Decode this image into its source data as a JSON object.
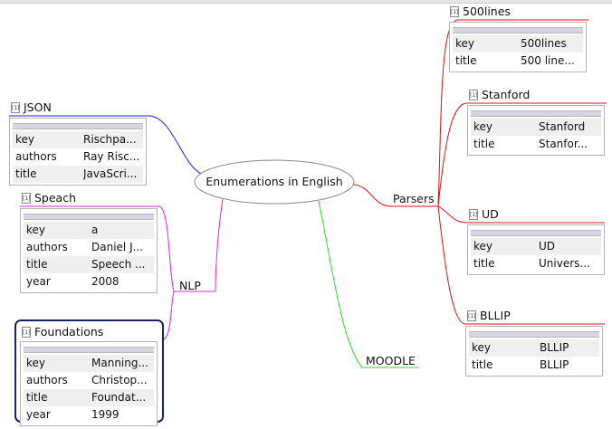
{
  "central": {
    "label": "Enumerations in English"
  },
  "branches": {
    "parsers": "Parsers",
    "nlp": "NLP",
    "moodle": "MOODLE"
  },
  "icon_text": "[1]",
  "records": {
    "json": {
      "title": "JSON",
      "rows": [
        {
          "key": "key",
          "value": "Rischpa..."
        },
        {
          "key": "authors",
          "value": "Ray Risc..."
        },
        {
          "key": "title",
          "value": "JavaScri..."
        }
      ]
    },
    "speach": {
      "title": "Speach",
      "rows": [
        {
          "key": "key",
          "value": "a"
        },
        {
          "key": "authors",
          "value": "Daniel J..."
        },
        {
          "key": "title",
          "value": "Speech ..."
        },
        {
          "key": "year",
          "value": "2008"
        }
      ]
    },
    "foundations": {
      "title": "Foundations",
      "rows": [
        {
          "key": "key",
          "value": "Manning..."
        },
        {
          "key": "authors",
          "value": "Christop..."
        },
        {
          "key": "title",
          "value": "Foundat..."
        },
        {
          "key": "year",
          "value": "1999"
        }
      ]
    },
    "lines500": {
      "title": "500lines",
      "rows": [
        {
          "key": "key",
          "value": "500lines"
        },
        {
          "key": "title",
          "value": "500 line..."
        }
      ]
    },
    "stanford": {
      "title": "Stanford",
      "rows": [
        {
          "key": "key",
          "value": "Stanford"
        },
        {
          "key": "title",
          "value": "Stanfor..."
        }
      ]
    },
    "ud": {
      "title": "UD",
      "rows": [
        {
          "key": "key",
          "value": "UD"
        },
        {
          "key": "title",
          "value": "Univers..."
        }
      ]
    },
    "bllip": {
      "title": "BLLIP",
      "rows": [
        {
          "key": "key",
          "value": "BLLIP"
        },
        {
          "key": "title",
          "value": "BLLIP"
        }
      ]
    }
  },
  "colors": {
    "json_edge": "#1a1aff",
    "nlp_edge": "#e020e0",
    "parsers_edge": "#e01010",
    "moodle_edge": "#20e020",
    "selection": "#18226a"
  }
}
